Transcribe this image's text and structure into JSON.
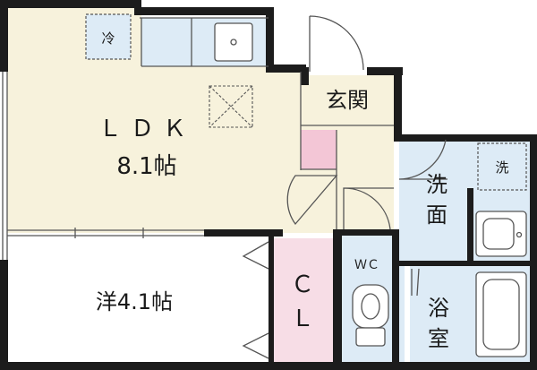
{
  "floorplan": {
    "rooms": {
      "ldk": {
        "name": "ＬＤＫ",
        "size": "8.1帖"
      },
      "western": {
        "name": "洋4.1帖"
      },
      "entrance": {
        "name": "玄関"
      },
      "closet": {
        "line1": "Ｃ",
        "line2": "Ｌ"
      },
      "toilet": {
        "name": "ＷＣ"
      },
      "washroom": {
        "line1": "洗",
        "line2": "面"
      },
      "bath": {
        "line1": "浴",
        "line2": "室"
      }
    },
    "fixtures": {
      "fridge_label": "冷",
      "washer_label": "洗"
    },
    "colors": {
      "ldk_floor": "#f7f2dc",
      "western_floor": "#ffffff",
      "closet_floor": "#f7dde6",
      "entrance_accent": "#f3c6d6",
      "wet_area": "#ddebf6",
      "walls": "#1c1c1c"
    }
  }
}
